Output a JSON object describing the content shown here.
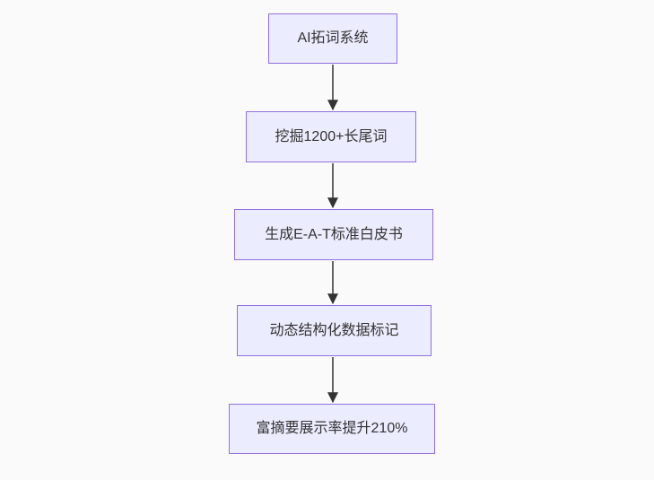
{
  "theme": {
    "canvas_bg": "#fafafa",
    "node_fill": "#ECECFF",
    "node_border": "#9370DB",
    "arrow_color": "#333333",
    "text_color": "#333333"
  },
  "flowchart": {
    "type": "vertical-flow",
    "nodes": [
      {
        "id": "A",
        "label": "AI拓词系统"
      },
      {
        "id": "B",
        "label": "挖掘1200+长尾词"
      },
      {
        "id": "C",
        "label": "生成E-A-T标准白皮书"
      },
      {
        "id": "D",
        "label": "动态结构化数据标记"
      },
      {
        "id": "E",
        "label": "富摘要展示率提升210%"
      }
    ],
    "edges": [
      {
        "from": "A",
        "to": "B"
      },
      {
        "from": "B",
        "to": "C"
      },
      {
        "from": "C",
        "to": "D"
      },
      {
        "from": "D",
        "to": "E"
      }
    ]
  }
}
